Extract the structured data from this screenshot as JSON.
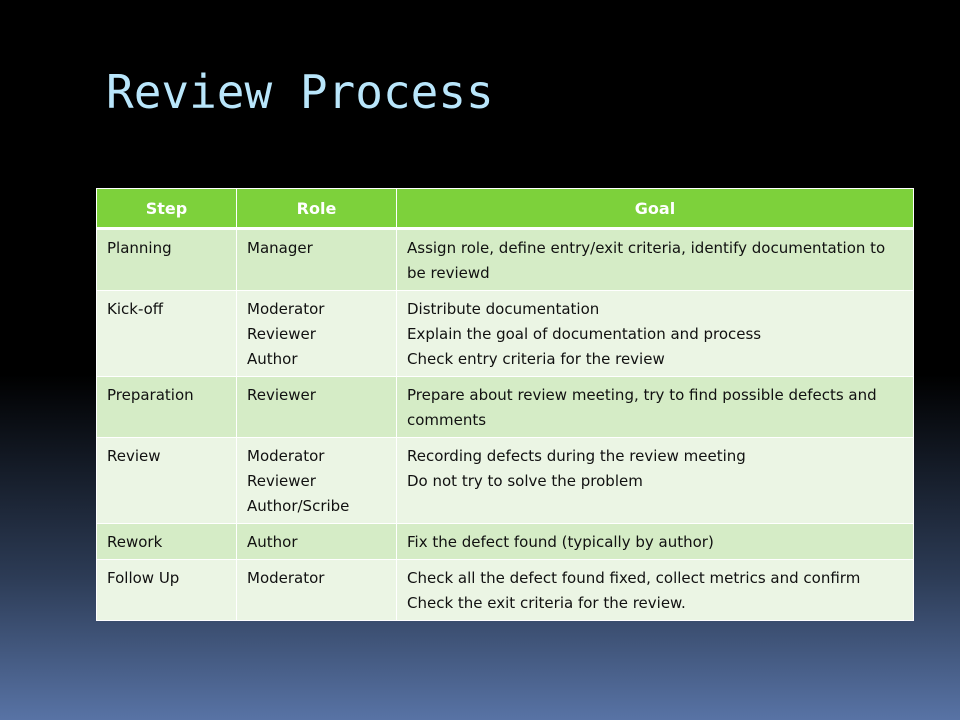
{
  "slide": {
    "title": "Review Process"
  },
  "table": {
    "headers": [
      "Step",
      "Role",
      "Goal"
    ],
    "rows": [
      {
        "step": "Planning",
        "roles": [
          "Manager"
        ],
        "goals": [
          "Assign role, define entry/exit criteria, identify documentation to be reviewd"
        ]
      },
      {
        "step": "Kick-off",
        "roles": [
          "Moderator",
          "Reviewer",
          "Author"
        ],
        "goals": [
          "Distribute documentation",
          "Explain the goal of documentation and process",
          "Check entry criteria for the review"
        ]
      },
      {
        "step": "Preparation",
        "roles": [
          "Reviewer"
        ],
        "goals": [
          "Prepare about review meeting, try to find possible defects and comments"
        ]
      },
      {
        "step": "Review",
        "roles": [
          "Moderator",
          "Reviewer",
          "Author/Scribe"
        ],
        "goals": [
          "Recording defects during the review meeting",
          "Do not try to solve the problem"
        ]
      },
      {
        "step": "Rework",
        "roles": [
          "Author"
        ],
        "goals": [
          "Fix the defect found (typically by author)"
        ]
      },
      {
        "step": "Follow Up",
        "roles": [
          "Moderator"
        ],
        "goals": [
          "Check all the defect found fixed, collect metrics and confirm",
          "Check the exit criteria for the review."
        ]
      }
    ]
  },
  "colors": {
    "title": "#b9e6fb",
    "header_bg": "#7dd13b",
    "row_odd": "#d5ecc6",
    "row_even": "#ebf5e4"
  }
}
